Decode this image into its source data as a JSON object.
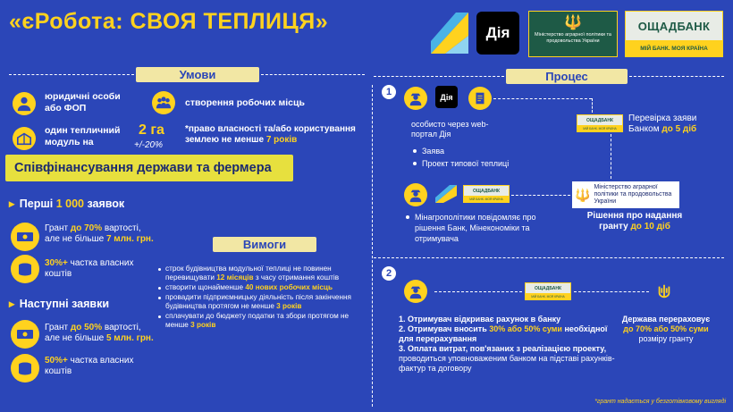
{
  "header": {
    "title": "«єРобота: СВОЯ ТЕПЛИЦЯ»",
    "diia_logo": "Дія",
    "ministry_logo_text": "Міністерство аграрної політики та продовольства України",
    "bank_logo_name": "ОЩАДБАНК",
    "bank_logo_slogan": "МІЙ БАНК. МОЯ КРАЇНА"
  },
  "conditions": {
    "heading": "Умови",
    "legal": "юридичні особи або ФОП",
    "jobs": "створення робочих місць",
    "module_text": "один тепличний модуль на",
    "area": "2 га",
    "area_tolerance": "+/-20%",
    "ownership_prefix": "*право власності та/або користування землею не менше",
    "ownership_years": "7 років"
  },
  "cofinancing": "Співфінансування держави та фермера",
  "first": {
    "heading_prefix": "Перші",
    "heading_count": "1 000",
    "heading_suffix": "заявок",
    "grant_prefix": "Грант",
    "grant_pct": "до 70%",
    "grant_suffix": "вартості,",
    "grant_line2_prefix": "але не більше",
    "grant_amount": "7 млн. грн.",
    "own_share": "30%+",
    "own_share_label": "частка власних коштів"
  },
  "next": {
    "heading": "Наступні заявки",
    "grant_prefix": "Грант",
    "grant_pct": "до 50%",
    "grant_suffix": "вартості,",
    "grant_line2_prefix": "але не більше",
    "grant_amount": "5 млн. грн.",
    "own_share": "50%+",
    "own_share_label": "частка власних коштів"
  },
  "requirements": {
    "heading": "Вимоги",
    "r1_prefix": "строк будівництва модульної теплиці не повинен перевищувати",
    "r1_hl": "12 місяців",
    "r1_suffix": "з часу отримання коштів",
    "r2_prefix": "створити щонайменше",
    "r2_hl": "40 нових робочих місць",
    "r3_prefix": "провадити підприємницьку діяльність після закінчення будівництва протягом не менше",
    "r3_hl": "3 років",
    "r4_prefix": "сплачувати до бюджету податки та збори протягом не менше",
    "r4_hl": "3 років"
  },
  "process": {
    "heading": "Процес",
    "step1_num": "1",
    "step1_text": "особисто через web-портал Дія",
    "step1_items": [
      "Заява",
      "Проект типової теплиці"
    ],
    "bank_check_line1": "Перевірка заяви",
    "bank_check_prefix": "Банком",
    "bank_check_days": "до 5 діб",
    "decision_line1": "Рішення про надання",
    "decision_prefix": "гранту",
    "decision_days": "до 10 діб",
    "notify_items": [
      "Мінагрополітики повідомляє про рішення Банк, Мінекономіки та отримувача"
    ],
    "step2_num": "2",
    "s2_i1": "1. Отримувач відкриває рахунок в банку",
    "s2_i2_prefix": "2. Отримувач вносить",
    "s2_i2_hl": "30% або 50% суми",
    "s2_i2_suffix": "необхідної для перерахування",
    "s2_i3_b": "3. Оплата витрат, пов'язаних з реалізацією проекту,",
    "s2_i3_suffix": "проводиться уповноваженим банком на підставі рахунків-фактур та договору",
    "state_line1": "Держава перераховує",
    "state_hl": "до 70% або 50% суми",
    "state_line3": "розміру гранту"
  },
  "footnote": "*грант надається у безготівковому вигляді",
  "colors": {
    "bg": "#2b46b8",
    "accent": "#ffd21e",
    "pill": "#f2e7a4",
    "cofi": "#e7e03e"
  }
}
